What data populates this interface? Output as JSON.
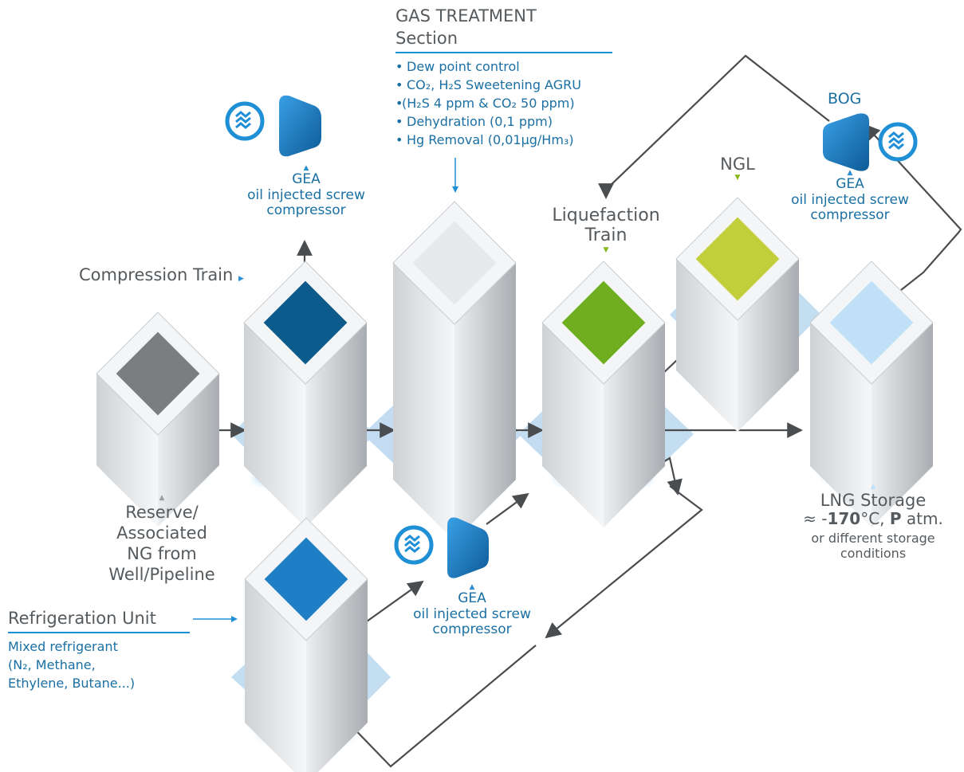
{
  "colors": {
    "reserve_top": "#7b7d7f",
    "compression_top": "#0d5a8c",
    "treatment_top": "#e6e8ea",
    "liquefaction_top": "#6fae1f",
    "ngl_top": "#c3cf3a",
    "storage_top": "#bfe0f7",
    "refrigeration_top": "#1f7fc6",
    "compressor_blue": "#1b75bb",
    "text_blue": "#1a6fa3",
    "text_grey": "#555a5e",
    "shadow_blue": "#a9cde9"
  },
  "icons": [
    "gea-logo-icon",
    "screw-compressor-icon",
    "flow-arrow-icon"
  ],
  "gas_treatment": {
    "title_line1": "GAS TREATMENT",
    "title_line2": "Section",
    "items": [
      "Dew point control",
      "CO₂, H₂S Sweetening AGRU",
      "(H₂S 4 ppm & CO₂ 50 ppm)",
      "Dehydration (0,1 ppm)",
      "Hg Removal (0,01µg/Hm₃)"
    ]
  },
  "compressor_top": {
    "brand": "GEA",
    "line1": "oil injected screw",
    "line2": "compressor"
  },
  "compressor_bog": {
    "tag": "BOG",
    "brand": "GEA",
    "line1": "oil injected screw",
    "line2": "compressor"
  },
  "compressor_bottom": {
    "brand": "GEA",
    "line1": "oil injected screw",
    "line2": "compressor"
  },
  "compression_train": "Compression Train",
  "liquefaction": {
    "line1": "Liquefaction",
    "line2": "Train"
  },
  "ngl": "NGL",
  "reserve": {
    "line1": "Reserve/",
    "line2": "Associated",
    "line3": "NG from",
    "line4": "Well/Pipeline"
  },
  "refrigeration": {
    "title": "Refrigeration Unit",
    "line1": "Mixed refrigerant",
    "line2": "(N₂, Methane,",
    "line3": "Ethylene, Butane...)"
  },
  "lng_storage": {
    "title": "LNG Storage",
    "approx": "≈ -",
    "temp": "170",
    "temp_unit": "°C, ",
    "pressure_p": "P",
    "pressure_rest": " atm.",
    "note1": "or different storage",
    "note2": "conditions"
  }
}
